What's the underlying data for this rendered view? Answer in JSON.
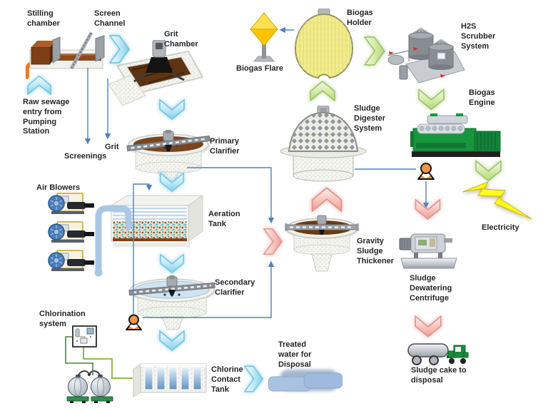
{
  "labels": {
    "stilling_chamber": "Stilling chamber",
    "screen_channel": "Screen Channel",
    "grit_chamber": "Grit Chamber",
    "raw_sewage": "Raw sewage entry from Pumping Station",
    "screenings": "Screenings",
    "grit": "Grit",
    "primary_clarifier": "Primary Clarifier",
    "air_blowers": "Air Blowers",
    "aeration_tank": "Aeration Tank",
    "secondary_clarifier": "Secondary Clarifier",
    "chlorination_system": "Chlorination system",
    "chlorine_contact_tank": "Chlorine Contact Tank",
    "treated_water": "Treated water for Disposal",
    "biogas_flare": "Biogas Flare",
    "biogas_holder": "Biogas Holder",
    "h2s_scrubber": "H2S Scrubber System",
    "biogas_engine": "Biogas Engine",
    "electricity": "Electricity",
    "sludge_digester": "Sludge Digester System",
    "gravity_thickener": "Gravity Sludge Thickener",
    "sludge_dewatering": "Sludge Dewatering Centrifuge",
    "sludge_cake": "Sludge cake to disposal"
  },
  "colors": {
    "water_chevron": "#9fdcf2",
    "biogas_chevron": "#c6e394",
    "sludge_chevron": "#f2a9a1",
    "flow_line": "#4f81bd",
    "chlorine_line_dark": "#4e7e3e",
    "chlorine_line_light": "#8fbc4f",
    "pump": "#f79646",
    "electricity_bolt": "#ffff1a",
    "biogas_holder_fill": "#f2ee8e",
    "engine_green": "#17973d"
  },
  "equipment": [
    "stilling-chamber",
    "screen-channel",
    "grit-chamber",
    "primary-clarifier",
    "air-blowers",
    "aeration-tank",
    "secondary-clarifier",
    "chlorination-panel",
    "chlorine-cylinders",
    "chlorine-contact-tank",
    "treated-water",
    "biogas-flare",
    "biogas-holder",
    "h2s-scrubber",
    "biogas-engine",
    "lightning-bolt",
    "sludge-digester",
    "gravity-thickener",
    "dewatering-centrifuge",
    "sludge-truck",
    "ras-pump",
    "digester-pump"
  ]
}
